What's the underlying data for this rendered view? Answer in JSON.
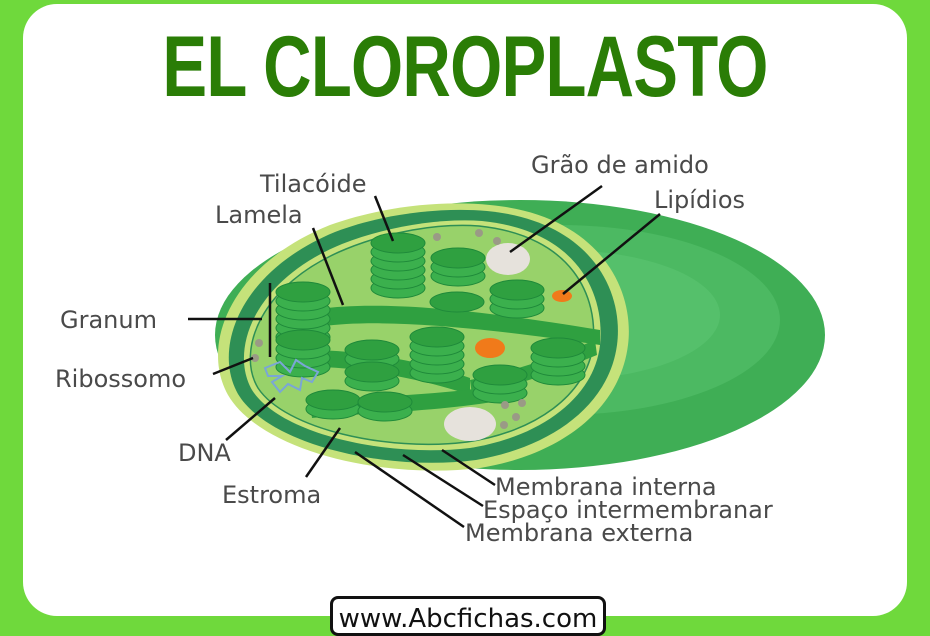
{
  "title": "EL CLOROPLASTO",
  "footer": {
    "site": "www.Abcfichas.com"
  },
  "labels": {
    "tilacoide": "Tilacóide",
    "lamela": "Lamela",
    "granum": "Granum",
    "ribossomo": "Ribossomo",
    "dna": "DNA",
    "estroma": "Estroma",
    "grao_de_amido": "Grão de amido",
    "lipidios": "Lipídios",
    "membrana_interna": "Membrana interna",
    "espaco_intermembranar": "Espaço intermembranar",
    "membrana_externa": "Membrana externa"
  },
  "colors": {
    "frame": "#6fd93c",
    "title": "#2a7d06",
    "outer_shell": "#3fae55",
    "outer_shell_light": "#52bf68",
    "membrane_dark": "#2e8f55",
    "membrane_light": "#c5e27a",
    "stroma": "#98d26a",
    "thylakoid": "#33a544",
    "thylakoid_top": "#2fa040",
    "starch": "#e6e2dc",
    "lipid": "#f07a1a",
    "ribosome": "#9a9a86",
    "dna": "#7aa6d6"
  }
}
